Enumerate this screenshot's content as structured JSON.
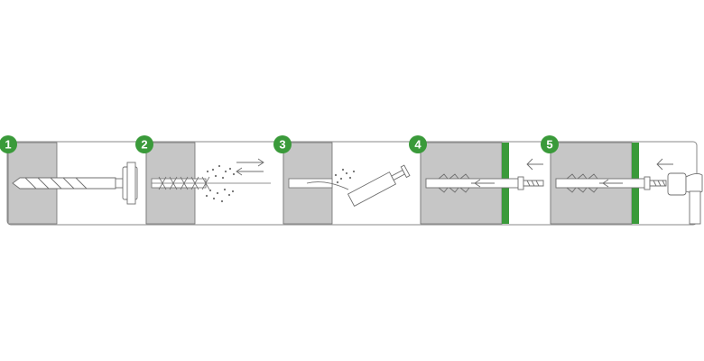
{
  "diagram": {
    "steps": [
      {
        "number": "1",
        "icon": "drill-bit-icon"
      },
      {
        "number": "2",
        "icon": "cleaning-brush-icon"
      },
      {
        "number": "3",
        "icon": "blow-pump-icon"
      },
      {
        "number": "4",
        "icon": "wall-plug-insert-icon"
      },
      {
        "number": "5",
        "icon": "hammer-plug-icon"
      }
    ],
    "colors": {
      "accent": "#3a9a3a",
      "wall": "#c6c6c6",
      "line": "#6f6f6f",
      "background": "#ffffff"
    }
  }
}
